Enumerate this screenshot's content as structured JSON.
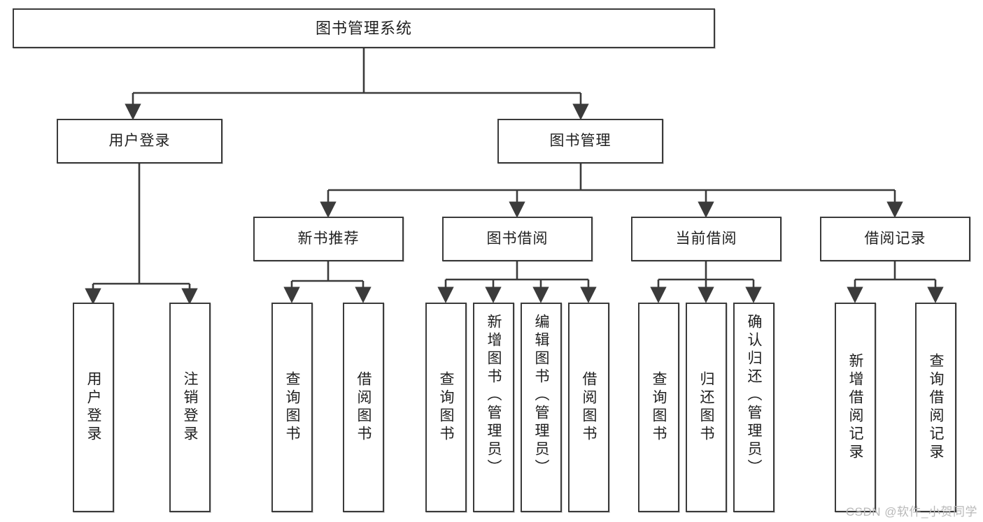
{
  "diagram": {
    "type": "tree",
    "title": "图书管理系统",
    "orientation": "top-down",
    "edge_color": "#3b3b3b",
    "node_border_color": "#3b3b3b",
    "node_fill_color": "#ffffff",
    "background_color": "#ffffff"
  },
  "watermark": {
    "text": "CSDN @软件_小贺同学",
    "color": "#b9b9b9"
  },
  "nodes": {
    "root": {
      "label": "图书管理系统"
    },
    "level1": [
      {
        "id": "user-login",
        "label": "用户登录"
      },
      {
        "id": "book-manage",
        "label": "图书管理"
      }
    ],
    "level2": [
      {
        "id": "new-book-rec",
        "label": "新书推荐",
        "parent": "book-manage"
      },
      {
        "id": "book-borrow",
        "label": "图书借阅",
        "parent": "book-manage"
      },
      {
        "id": "current-borrow",
        "label": "当前借阅",
        "parent": "book-manage"
      },
      {
        "id": "borrow-record",
        "label": "借阅记录",
        "parent": "book-manage"
      }
    ],
    "leaves": [
      {
        "id": "leaf-user-login",
        "label": "用户登录",
        "parent": "user-login"
      },
      {
        "id": "leaf-logout",
        "label": "注销登录",
        "parent": "user-login"
      },
      {
        "id": "leaf-query-book-1",
        "label": "查询图书",
        "parent": "new-book-rec"
      },
      {
        "id": "leaf-borrow-book-1",
        "label": "借阅图书",
        "parent": "new-book-rec"
      },
      {
        "id": "leaf-query-book-2",
        "label": "查询图书",
        "parent": "book-borrow"
      },
      {
        "id": "leaf-add-book",
        "label": "新增图书（管理员）",
        "parent": "book-borrow"
      },
      {
        "id": "leaf-edit-book",
        "label": "编辑图书（管理员）",
        "parent": "book-borrow"
      },
      {
        "id": "leaf-borrow-book-2",
        "label": "借阅图书",
        "parent": "book-borrow"
      },
      {
        "id": "leaf-query-book-3",
        "label": "查询图书",
        "parent": "current-borrow"
      },
      {
        "id": "leaf-return-book",
        "label": "归还图书",
        "parent": "current-borrow"
      },
      {
        "id": "leaf-confirm-return",
        "label": "确认归还（管理员）",
        "parent": "current-borrow"
      },
      {
        "id": "leaf-add-record",
        "label": "新增借阅记录",
        "parent": "borrow-record"
      },
      {
        "id": "leaf-query-record",
        "label": "查询借阅记录",
        "parent": "borrow-record"
      }
    ]
  }
}
